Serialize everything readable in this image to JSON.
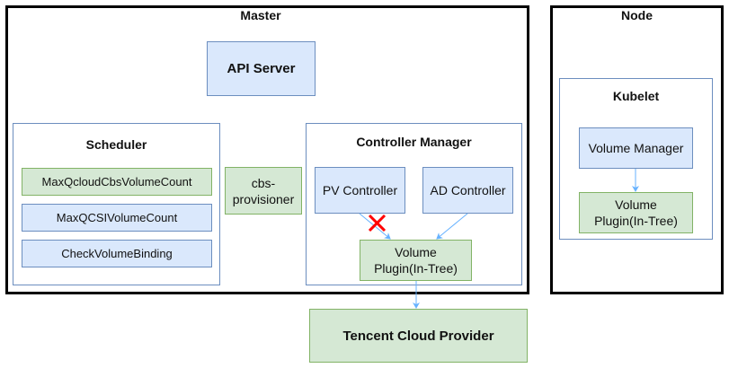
{
  "master": {
    "title": "Master",
    "api_server": "API Server",
    "scheduler": {
      "title": "Scheduler",
      "predicates": [
        {
          "label": "MaxQcloudCbsVolumeCount",
          "color": "green"
        },
        {
          "label": "MaxQCSIVolumeCount",
          "color": "blue"
        },
        {
          "label": "CheckVolumeBinding",
          "color": "blue"
        }
      ]
    },
    "cbs_provisioner": {
      "line1": "cbs-",
      "line2": "provisioner"
    },
    "controller_manager": {
      "title": "Controller Manager",
      "pv_controller": "PV Controller",
      "ad_controller": "AD Controller",
      "volume_plugin": {
        "line1": "Volume",
        "line2": "Plugin(In-Tree)"
      }
    }
  },
  "node": {
    "title": "Node",
    "kubelet": {
      "title": "Kubelet",
      "volume_manager": "Volume Manager",
      "volume_plugin": {
        "line1": "Volume",
        "line2": "Plugin(In-Tree)"
      }
    }
  },
  "cloud_provider": "Tencent Cloud Provider",
  "colors": {
    "blue_fill": "#dae8fc",
    "blue_stroke": "#6c8ebf",
    "green_fill": "#d5e8d4",
    "green_stroke": "#82b366",
    "arrow": "#66b2ff",
    "cross": "#ff0000"
  },
  "edges": [
    {
      "from": "PV Controller",
      "to": "Volume Plugin(In-Tree)",
      "disabled": true
    },
    {
      "from": "AD Controller",
      "to": "Volume Plugin(In-Tree)",
      "disabled": false
    },
    {
      "from": "Volume Plugin(In-Tree)",
      "to": "Tencent Cloud Provider",
      "disabled": false
    },
    {
      "from": "Volume Manager",
      "to": "Volume Plugin(In-Tree)",
      "disabled": false
    }
  ]
}
